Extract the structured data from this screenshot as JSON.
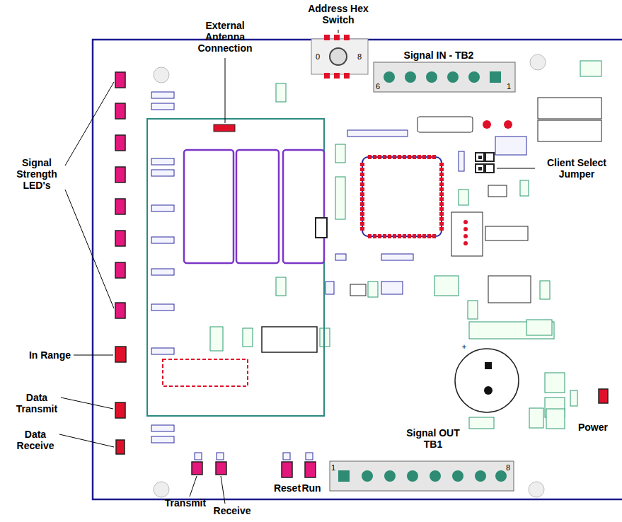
{
  "diagram": {
    "labels": [
      "Address Hex Switch",
      "External Antenna Connection",
      "0",
      "8",
      "Signal IN - TB2",
      "6",
      "1",
      "Signal Strength LED's",
      "Client Select Jumper",
      "In Range",
      "Data Transmit",
      "Data Receive",
      "+",
      "Signal OUT TB1",
      "1",
      "8",
      "Power",
      "Reset",
      "Run",
      "Transmit",
      "Receive"
    ]
  }
}
